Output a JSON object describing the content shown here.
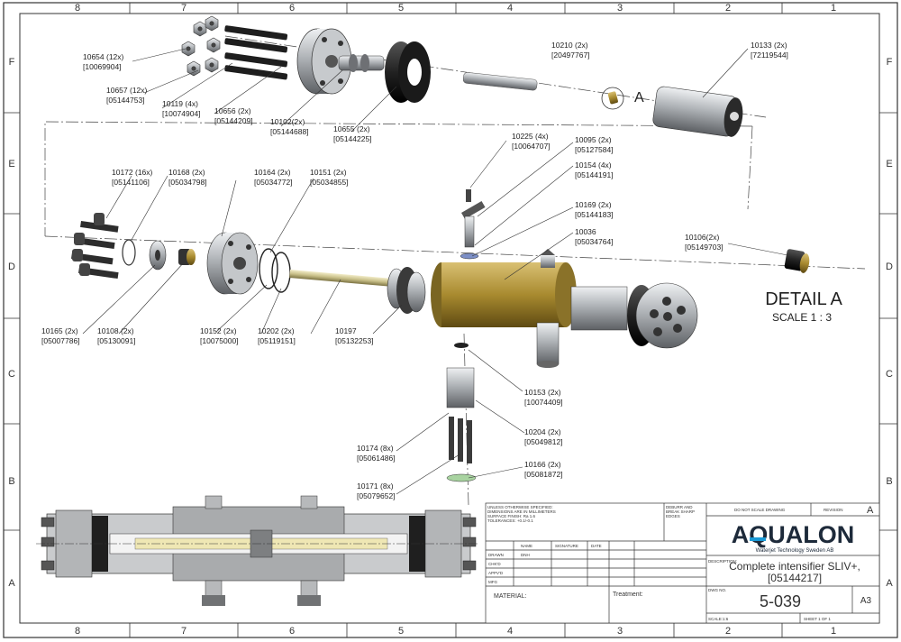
{
  "zones": {
    "columns": [
      "8",
      "7",
      "6",
      "5",
      "4",
      "3",
      "2",
      "1"
    ],
    "rows": [
      "F",
      "E",
      "D",
      "C",
      "B",
      "A"
    ]
  },
  "callouts": [
    {
      "id": "c10654",
      "line1": "10654 (12x)",
      "line2": "[10069904]"
    },
    {
      "id": "c10657",
      "line1": "10657 (12x)",
      "line2": "[05144753]"
    },
    {
      "id": "c10119",
      "line1": "10119 (4x)",
      "line2": "[10074904]"
    },
    {
      "id": "c10656",
      "line1": "10656 (2x)",
      "line2": "[05144209]"
    },
    {
      "id": "c10102",
      "line1": "10102(2x)",
      "line2": "[05144688]"
    },
    {
      "id": "c10655",
      "line1": "10655 (2x)",
      "line2": "[05144225]"
    },
    {
      "id": "c10210",
      "line1": "10210 (2x)",
      "line2": "[20497767]"
    },
    {
      "id": "c10133",
      "line1": "10133 (2x)",
      "line2": "[72119544]"
    },
    {
      "id": "c10225",
      "line1": "10225 (4x)",
      "line2": "[10064707]"
    },
    {
      "id": "c10095",
      "line1": "10095 (2x)",
      "line2": "[05127584]"
    },
    {
      "id": "c10154",
      "line1": "10154 (4x)",
      "line2": "[05144191]"
    },
    {
      "id": "c10169",
      "line1": "10169 (2x)",
      "line2": "[05144183]"
    },
    {
      "id": "c10036",
      "line1": "10036",
      "line2": "[05034764]"
    },
    {
      "id": "c10106",
      "line1": "10106(2x)",
      "line2": "[05149703]"
    },
    {
      "id": "c10172",
      "line1": "10172 (16x)",
      "line2": "[05141106]"
    },
    {
      "id": "c10168",
      "line1": "10168 (2x)",
      "line2": "[05034798]"
    },
    {
      "id": "c10164",
      "line1": "10164 (2x)",
      "line2": "[05034772]"
    },
    {
      "id": "c10151",
      "line1": "10151 (2x)",
      "line2": "[05034855]"
    },
    {
      "id": "c10165",
      "line1": "10165 (2x)",
      "line2": "[05007786]"
    },
    {
      "id": "c10108",
      "line1": "10108 (2x)",
      "line2": "[05130091]"
    },
    {
      "id": "c10152",
      "line1": "10152 (2x)",
      "line2": "[10075000]"
    },
    {
      "id": "c10202",
      "line1": "10202 (2x)",
      "line2": "[05119151]"
    },
    {
      "id": "c10197",
      "line1": "10197",
      "line2": "[05132253]"
    },
    {
      "id": "c10153",
      "line1": "10153 (2x)",
      "line2": "[10074409]"
    },
    {
      "id": "c10204",
      "line1": "10204 (2x)",
      "line2": "[05049812]"
    },
    {
      "id": "c10174",
      "line1": "10174 (8x)",
      "line2": "[05061486]"
    },
    {
      "id": "c10166",
      "line1": "10166 (2x)",
      "line2": "[05081872]"
    },
    {
      "id": "c10171",
      "line1": "10171 (8x)",
      "line2": "[05079652]"
    }
  ],
  "detail": {
    "marker": "A",
    "title": "DETAIL A",
    "scale": "SCALE 1 : 3"
  },
  "title_block": {
    "tolerance_note": [
      "UNLESS OTHERWISE SPECIFIED:",
      "DIMENSIONS ARE IN MILLIMETERS",
      "SURFACE FINISH: Ra 1.6",
      "TOLERANCES: +0.1/-0.1"
    ],
    "deburr_note": [
      "DEBURR AND",
      "BREAK SHARP",
      "EDGES"
    ],
    "do_not_scale": "DO NOT SCALE DRAWING",
    "revision_label": "REVISION",
    "revision": "A",
    "col_name": "NAME",
    "col_signature": "SIGNATURE",
    "col_date": "DATE",
    "row_drawn": "DRAWN",
    "row_chkd": "CHK'D",
    "row_appvd": "APPV'D",
    "row_mfg": "MFG",
    "drawn_by": "DNH",
    "material_label": "MATERIAL:",
    "treatment_label": "Treatment:",
    "logo_text": "AQUALON",
    "logo_sub": "Waterjet Technology Sweden AB",
    "description_label": "DESCRIPTION:",
    "description_line1": "Complete intensifier SLIV+,",
    "description_line2": "[05144217]",
    "dwg_no_label": "DWG NO.",
    "dwg_no": "5-039",
    "sheet_size": "A3",
    "scale_label": "SCALE:1:6",
    "sheet_label": "SHEET 1 OF 1"
  },
  "colors": {
    "brass": "#a88a2f",
    "steel": "#b9bcc0",
    "dark": "#2b2b2b",
    "logo_blue": "#1a9ad6"
  }
}
